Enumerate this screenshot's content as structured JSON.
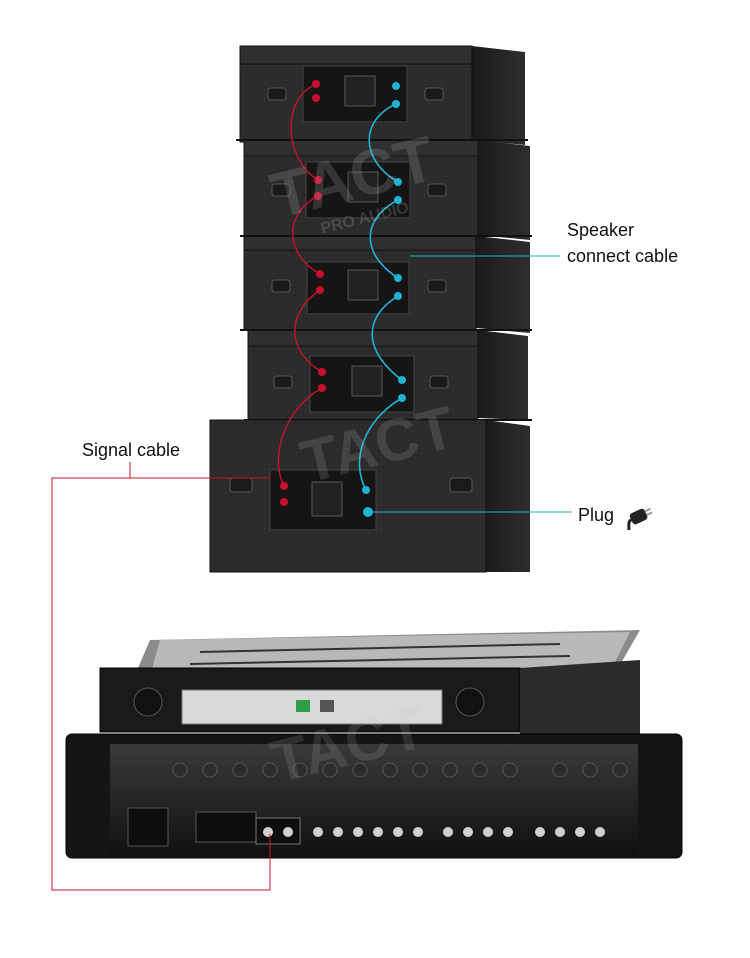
{
  "labels": {
    "speaker_line1": "Speaker",
    "speaker_line2": "connect cable",
    "signal": "Signal cable",
    "plug": "Plug"
  },
  "watermark": {
    "brand": "TACT",
    "sub": "PRO AUDIO"
  },
  "colors": {
    "signal_cable": "#c8102e",
    "speaker_cable": "#1fb3d6",
    "cabinet": "#2a2a2a",
    "mixer": "#1c1c1c"
  },
  "icons": [
    "plug-icon"
  ]
}
